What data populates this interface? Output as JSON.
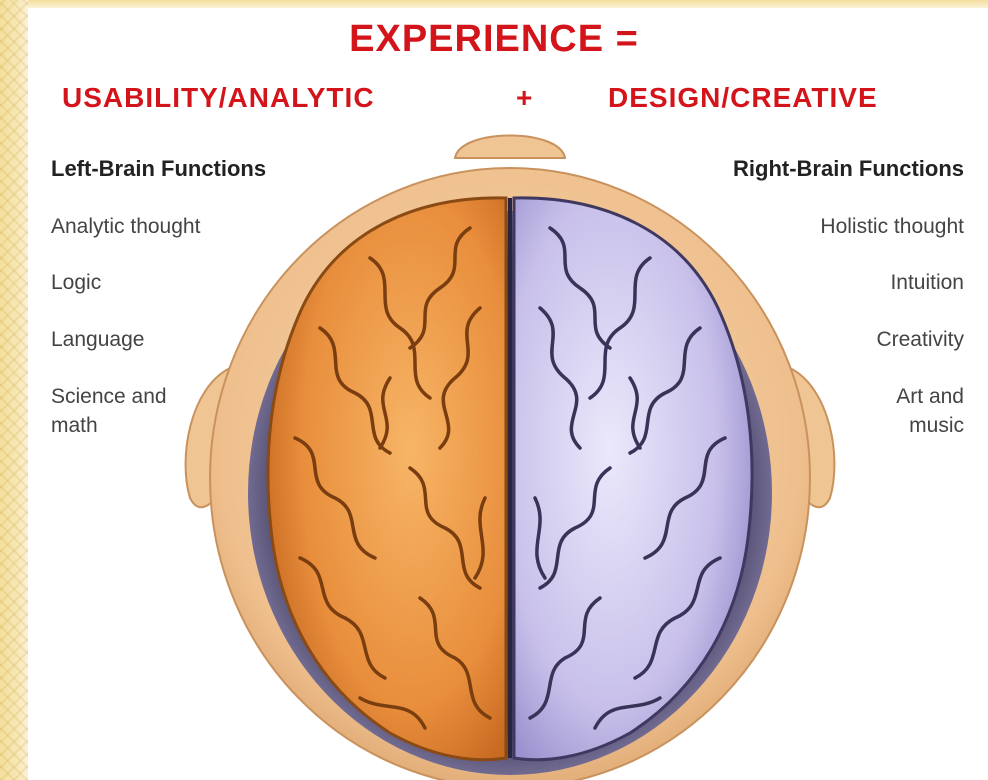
{
  "header": {
    "title": "EXPERIENCE  =",
    "subtitle_left": "USABILITY/ANALYTIC",
    "subtitle_plus": "+",
    "subtitle_right": "DESIGN/CREATIVE"
  },
  "left": {
    "heading": "Left-Brain Functions",
    "items": [
      "Analytic thought",
      "Logic",
      "Language",
      "Science and",
      "math"
    ]
  },
  "right": {
    "heading": "Right-Brain Functions",
    "items": [
      "Holistic thought",
      "Intuition",
      "Creativity",
      "Art and",
      "music"
    ]
  },
  "colors": {
    "accent": "#d4141b",
    "left_hemisphere": "#e8903f",
    "right_hemisphere": "#c9c3ea",
    "head": "#f2c89a"
  }
}
